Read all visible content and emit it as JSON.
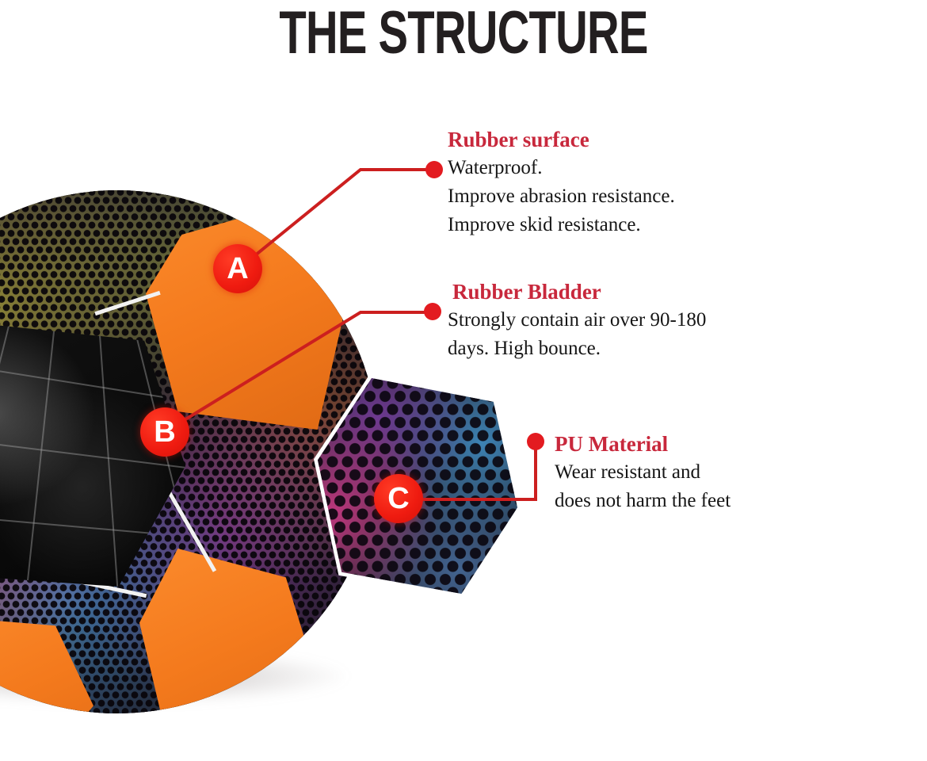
{
  "page": {
    "title": "THE STRUCTURE",
    "background_color": "#ffffff"
  },
  "colors": {
    "accent_red": "#c8283c",
    "marker_red": "#ef1b10",
    "leader_red": "#cc1f1f",
    "body_text": "#161616",
    "title_text": "#231f20",
    "ball_orange": "#f47a1d"
  },
  "product": {
    "name": "reflective-soccer-ball",
    "panels": [
      {
        "id": "orange-panel-top",
        "color": "#f47a1d"
      },
      {
        "id": "orange-panel-left",
        "color": "#f47a1d"
      },
      {
        "id": "orange-panel-bottom",
        "color": "#f47a1d"
      },
      {
        "id": "orange-panel-right",
        "color": "#f47a1d"
      },
      {
        "id": "holographic-honeycomb-panel",
        "color": "#2a2433"
      }
    ],
    "bladder_label": "black rubber bladder hexagon",
    "detail_swatch_label": "PU material hexagon close-up"
  },
  "callouts": [
    {
      "key": "A",
      "marker": "A",
      "heading": "Rubber surface",
      "body": "Waterproof.\nImprove abrasion resistance.\nImprove skid resistance."
    },
    {
      "key": "B",
      "marker": "B",
      "heading": "Rubber Bladder",
      "body": "Strongly contain air over 90-180\ndays. High bounce."
    },
    {
      "key": "C",
      "marker": "C",
      "heading": "PU Material",
      "body": "Wear resistant and\ndoes not harm the feet"
    }
  ]
}
